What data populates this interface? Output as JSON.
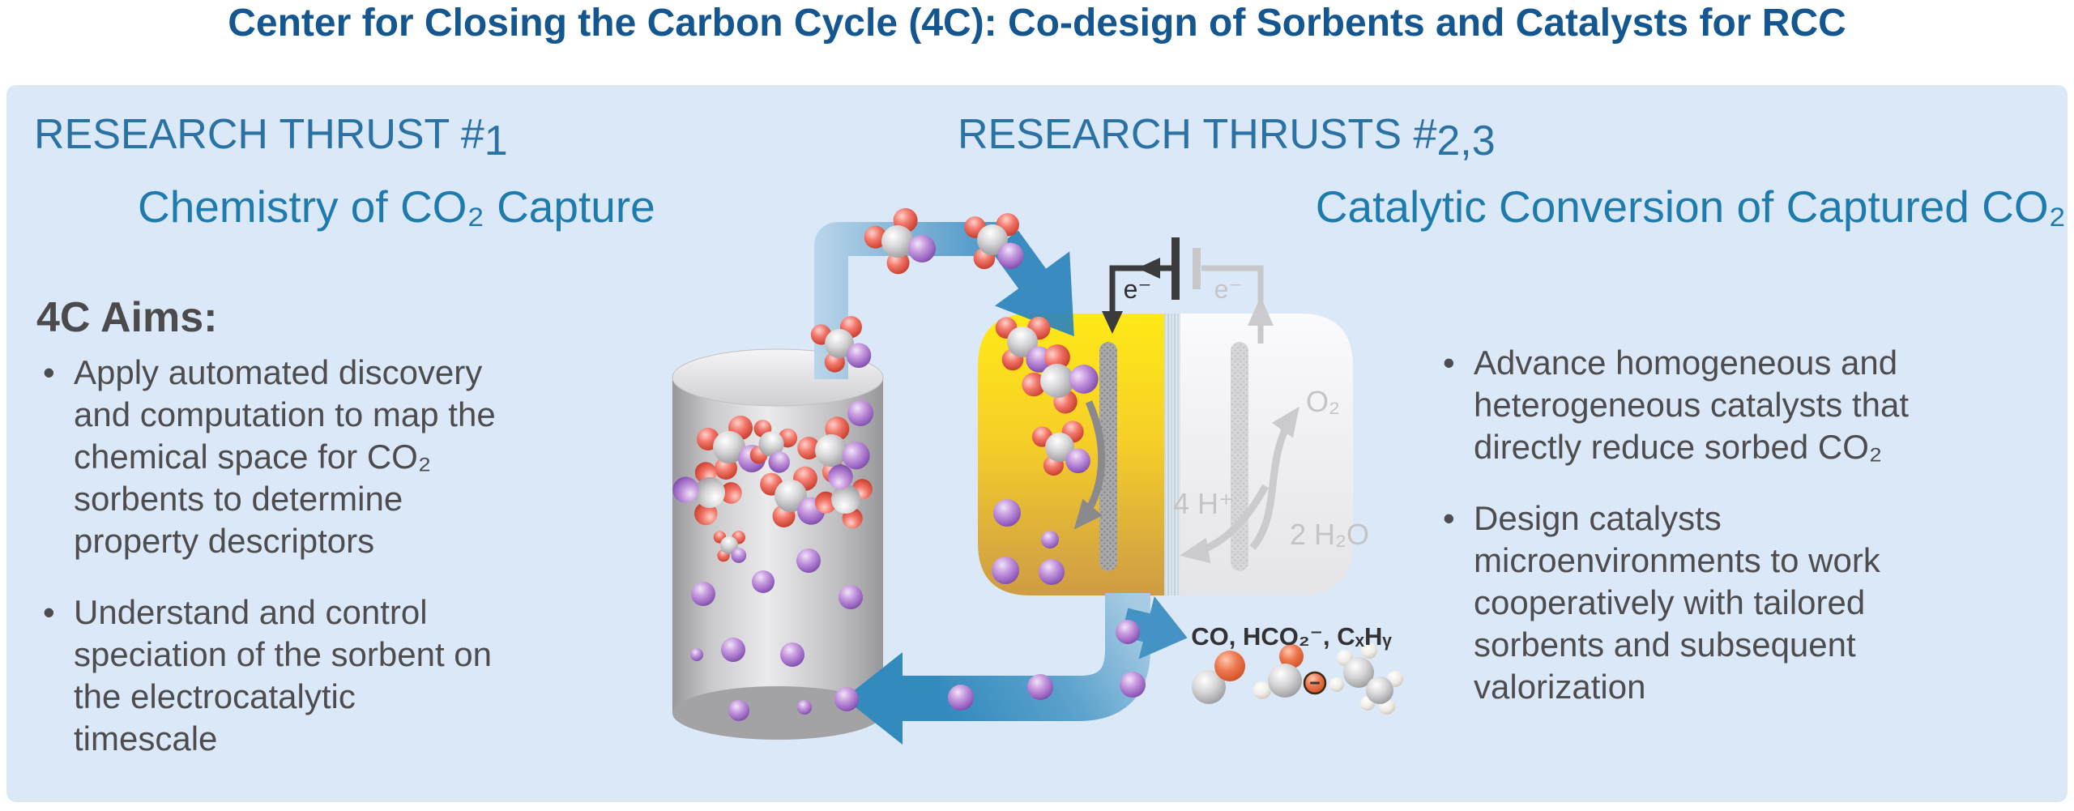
{
  "page": {
    "title": "Center for Closing the Carbon Cycle (4C): Co-design of Sorbents and Catalysts for RCC"
  },
  "left_section": {
    "thrust_label": "RESEARCH THRUST #",
    "thrust_number": "1",
    "subtitle": "Chemistry of CO₂ Capture",
    "aims_heading": "4C Aims:",
    "bullet_glyph": "•",
    "bullets": [
      "Apply automated discovery\nand computation to map the\nchemical space for CO₂\nsorbents to determine\nproperty descriptors",
      "Understand and control\nspeciation of the sorbent on\nthe electrocatalytic\ntimescale"
    ]
  },
  "right_section": {
    "thrust_label": "RESEARCH THRUSTS #",
    "thrust_number": "2,3",
    "subtitle": "Catalytic Conversion of Captured CO₂",
    "bullet_glyph": "•",
    "bullets": [
      "Advance homogeneous and\nheterogeneous catalysts that\ndirectly reduce sorbed CO₂",
      "Design catalysts\nmicroenvironments to work\ncooperatively with tailored\nsorbents and subsequent\nvalorization"
    ]
  },
  "diagram": {
    "electron_label_left": "e⁻",
    "electron_label_right": "e⁻",
    "oxygen_label": "O₂",
    "proton_label": "4 H⁺",
    "water_label": "2 H₂O",
    "products_label": "CO, HCO₂⁻, CₓHᵧ",
    "minus_sign": "−"
  },
  "colors": {
    "title_blue": "#14568f",
    "heading_blue": "#2a71a4",
    "subheading_blue": "#1d7cad",
    "body_gray": "#4d4d4f",
    "panel_background": "#dbe8f7",
    "arrow_blue": "#2e86bc",
    "cell_yellow": "#ffe91c",
    "cell_amber": "#cf9c42",
    "sorbent_purple": "#9a66c3",
    "oxygen_red": "#cc3a28",
    "faded_gray": "#c8c8ca"
  }
}
